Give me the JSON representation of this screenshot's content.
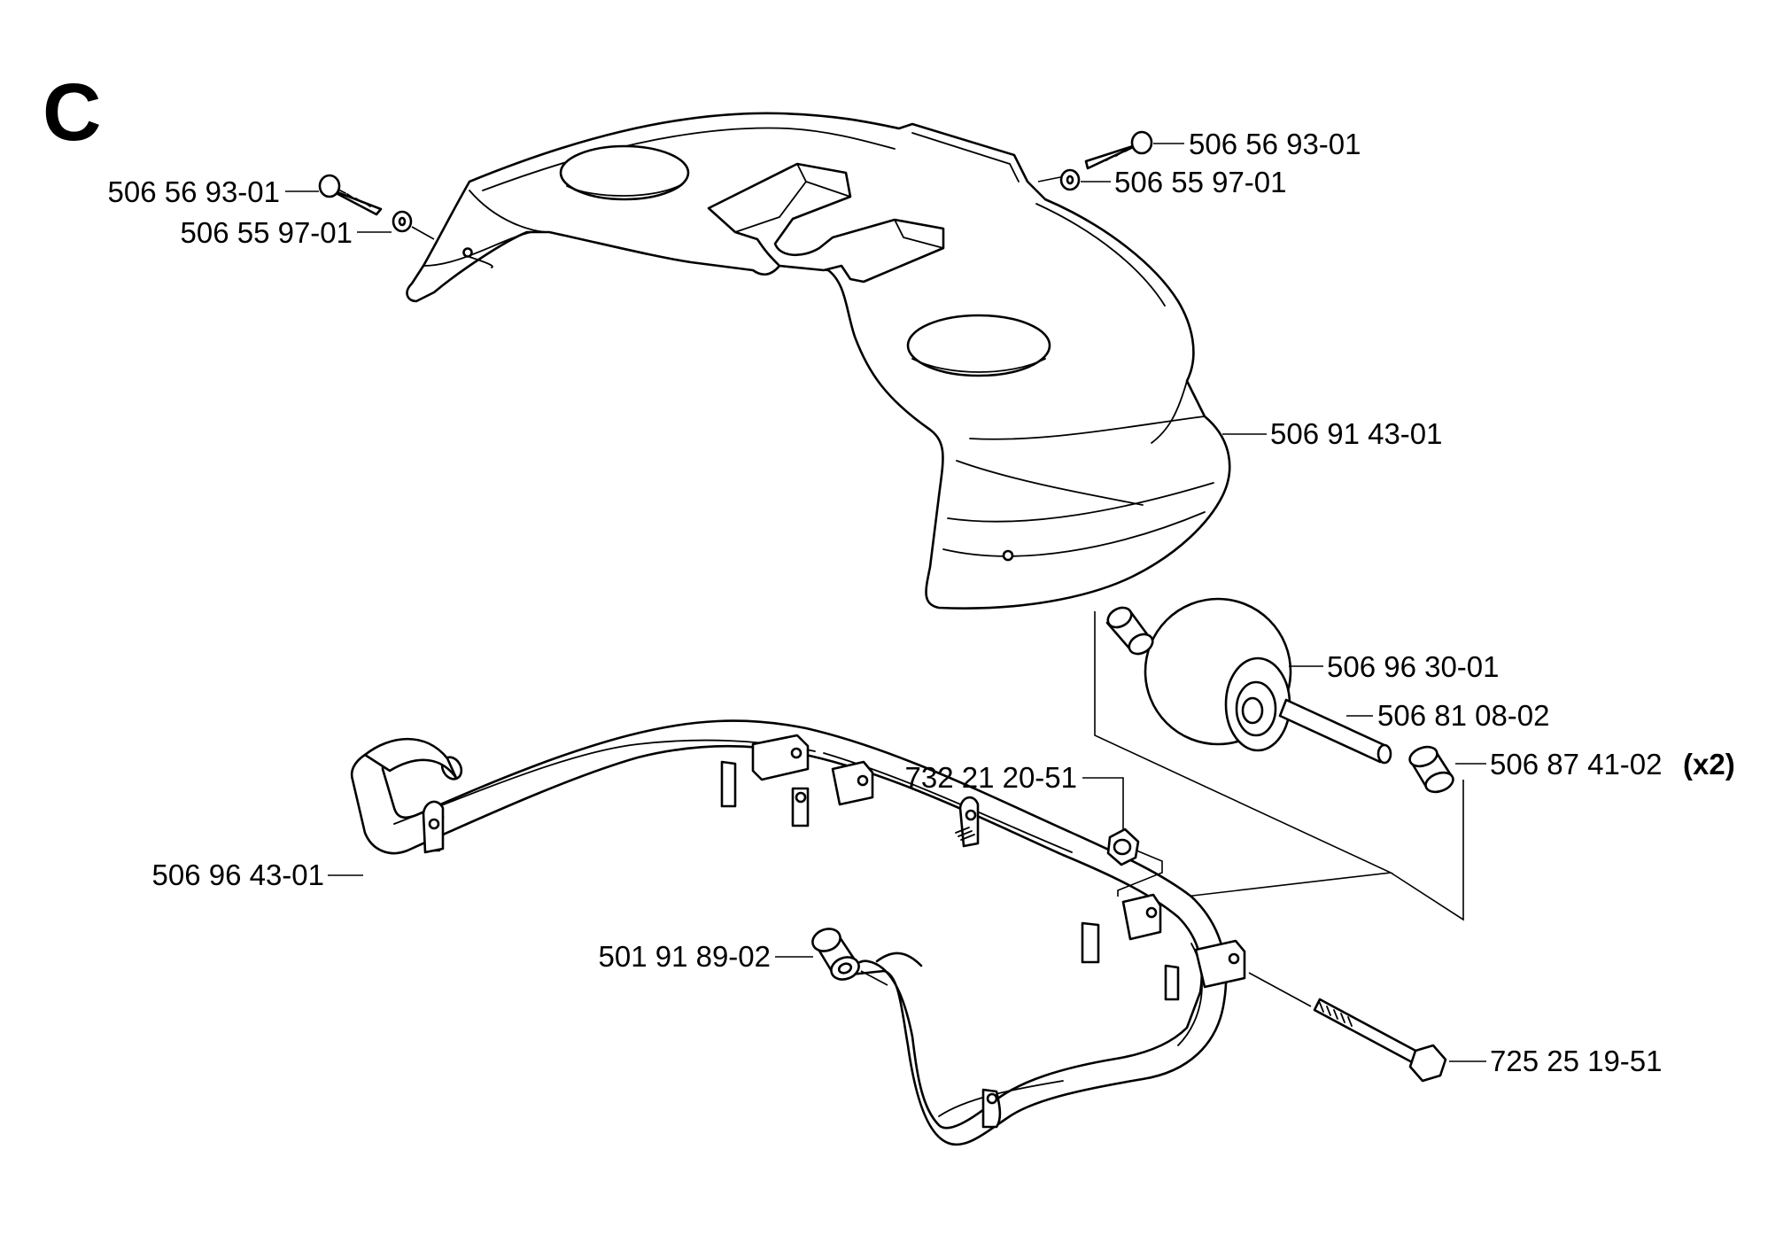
{
  "section": "C",
  "parts": {
    "screw_left": "506 56 93-01",
    "washer_left": "506 55 97-01",
    "screw_right": "506 56 93-01",
    "washer_right": "506 55 97-01",
    "hood": "506 91 43-01",
    "wheel": "506 96 30-01",
    "axle": "506 81 08-02",
    "bushing": "506 87 41-02",
    "bushing_qty": "(x2)",
    "nut": "732 21 20-51",
    "bumper": "506 96 43-01",
    "cap": "501 91 89-02",
    "bolt": "725 25 19-51"
  }
}
